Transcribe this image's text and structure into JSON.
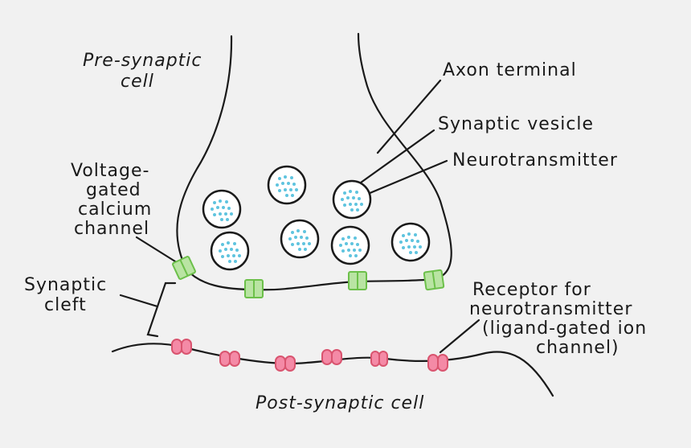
{
  "labels": {
    "presynaptic_line1": "Pre-synaptic",
    "presynaptic_line2": "cell",
    "axon_terminal": "Axon terminal",
    "synaptic_vesicle": "Synaptic vesicle",
    "neurotransmitter": "Neurotransmitter",
    "vgcc_line1": "Voltage-",
    "vgcc_line2": "gated",
    "vgcc_line3": "calcium",
    "vgcc_line4": "channel",
    "cleft_line1": "Synaptic",
    "cleft_line2": "cleft",
    "receptor_line1": "Receptor for",
    "receptor_line2": "neurotransmitter",
    "receptor_line3": "(ligand-gated ion",
    "receptor_line4": "channel)",
    "postsynaptic": "Post-synaptic cell"
  },
  "colors": {
    "background": "#f1f1f1",
    "neurotransmitter": "#5fc4df",
    "vg_channel_fill": "#b9e4a3",
    "vg_channel_stroke": "#6cc04a",
    "receptor_fill": "#f48aa6",
    "receptor_stroke": "#d9546f",
    "outline": "#1a1a1a"
  },
  "counts": {
    "synaptic_vesicles": 7,
    "voltage_gated_channels": 4,
    "receptors": 6
  }
}
